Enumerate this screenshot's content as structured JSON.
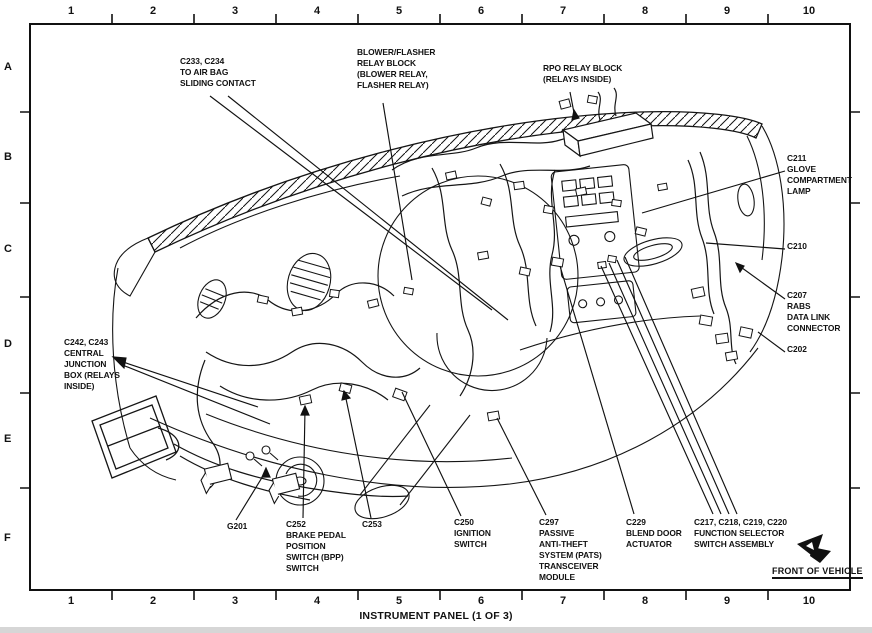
{
  "page": {
    "title": "INSTRUMENT PANEL (1 OF 3)"
  },
  "grid": {
    "columns": [
      "1",
      "2",
      "3",
      "4",
      "5",
      "6",
      "7",
      "8",
      "9",
      "10"
    ],
    "rows": [
      "A",
      "B",
      "C",
      "D",
      "E",
      "F"
    ]
  },
  "callouts": [
    {
      "id": "c233-c234-air-bag-sliding-contact",
      "text": "C233, C234\nTO AIR BAG\nSLIDING CONTACT"
    },
    {
      "id": "blower-flasher-relay-block",
      "text": "BLOWER/FLASHER\nRELAY BLOCK\n(BLOWER RELAY,\nFLASHER RELAY)"
    },
    {
      "id": "rpo-relay-block",
      "text": "RPO RELAY BLOCK\n(RELAYS INSIDE)"
    },
    {
      "id": "c211-glove-compartment-lamp",
      "text": "C211\nGLOVE\nCOMPARTMENT\nLAMP"
    },
    {
      "id": "c210",
      "text": "C210"
    },
    {
      "id": "c207-rabs-data-link-connector",
      "text": "C207\nRABS\nDATA LINK\nCONNECTOR"
    },
    {
      "id": "c202",
      "text": "C202"
    },
    {
      "id": "c242-c243-central-junction-box",
      "text": "C242, C243\nCENTRAL\nJUNCTION\nBOX (RELAYS\nINSIDE)"
    },
    {
      "id": "g201",
      "text": "G201"
    },
    {
      "id": "c252-brake-pedal-position-switch",
      "text": "C252\nBRAKE PEDAL\nPOSITION\nSWITCH (BPP)\nSWITCH"
    },
    {
      "id": "c253",
      "text": "C253"
    },
    {
      "id": "c250-ignition-switch",
      "text": "C250\nIGNITION\nSWITCH"
    },
    {
      "id": "c297-pats-transceiver-module",
      "text": "C297\nPASSIVE\nANTI-THEFT\nSYSTEM (PATS)\nTRANSCEIVER\nMODULE"
    },
    {
      "id": "c229-blend-door-actuator",
      "text": "C229\nBLEND DOOR\nACTUATOR"
    },
    {
      "id": "c217-c220-function-selector-switch",
      "text": "C217, C218, C219, C220\nFUNCTION SELECTOR\nSWITCH ASSEMBLY"
    }
  ],
  "front_marker": {
    "label": "FRONT OF VEHICLE"
  },
  "colors": {
    "ink": "#111111",
    "paper": "#ffffff"
  }
}
